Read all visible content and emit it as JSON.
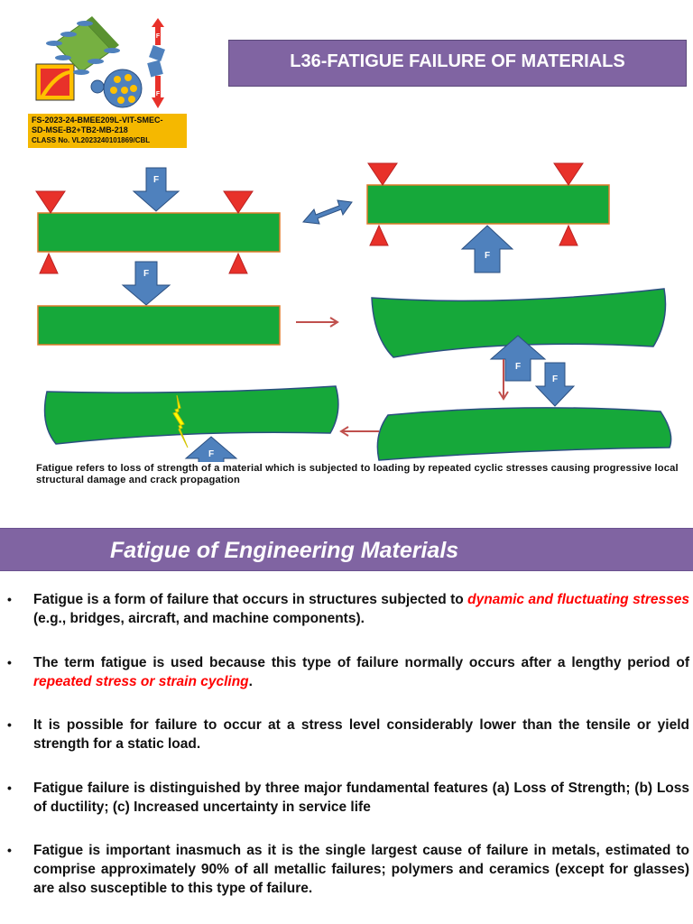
{
  "slide1": {
    "title": "L36-FATIGUE FAILURE OF MATERIALS",
    "course_code": {
      "line1": "FS-2023-24-BMEE209L-VIT-SMEC-",
      "line2": "SD-MSE-B2+TB2-MB-218",
      "line3": "CLASS No. VL2023240101869/CBL"
    },
    "force_label": "F",
    "definition": "Fatigue refers to loss of strength of a material which is subjected to loading by repeated cyclic stresses causing progressive local structural damage and crack propagation"
  },
  "slide2": {
    "title": "Fatigue of Engineering Materials",
    "bullet_symbol": "•",
    "bullets": [
      {
        "pre": "Fatigue is a form of failure that occurs in structures subjected to ",
        "em": "dynamic and fluctuating stresses",
        "post": " (e.g., bridges, aircraft, and machine components)."
      },
      {
        "pre": "The term fatigue is used because this type of failure normally occurs after a lengthy period of ",
        "em": "repeated stress or strain cycling",
        "post": "."
      },
      {
        "pre": "It is possible for failure to occur at a stress level considerably lower than the tensile or yield strength for a static load.",
        "em": "",
        "post": ""
      },
      {
        "pre": "Fatigue failure is distinguished by three major fundamental features (a) Loss of Strength; (b) Loss of ductility; (c) Increased uncertainty in service life",
        "em": "",
        "post": ""
      },
      {
        "pre": "Fatigue is important inasmuch as it is the single largest cause of failure in metals, estimated to comprise approximately 90% of all metallic failures; polymers and ceramics (except for glasses) are also susceptible to this type of failure.",
        "em": "",
        "post": ""
      }
    ]
  },
  "colors": {
    "banner": "#8064a2",
    "beam": "#16a83a",
    "arrow": "#4f81bd",
    "support": "#ff0000",
    "emphasis": "#ff0000",
    "label_bg": "#f5b800"
  },
  "icons": [
    "logo-gears-icon",
    "logo-balls-icon",
    "logo-bridge-icon",
    "logo-force-arrows-icon",
    "crack-lightning-icon"
  ]
}
